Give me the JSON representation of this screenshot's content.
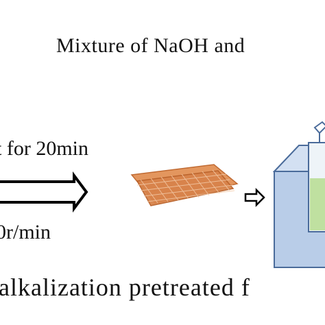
{
  "diagram": {
    "title": "Mixture of NaOH and",
    "step_top_label": "t for 20min",
    "step_bottom_label": "0r/min",
    "caption": "alkalization pretreated f"
  },
  "colors": {
    "fabric": "#d8834a",
    "tank_face": "#b9cde8",
    "tank_top": "#d3e0f2",
    "tank_edge": "#4a6b9a",
    "solution": "#bfe0a0"
  },
  "icons": [
    "double-arrow-icon",
    "fabric-mesh-icon",
    "small-double-arrow-icon",
    "water-bath-tank-icon",
    "beaker-icon"
  ]
}
